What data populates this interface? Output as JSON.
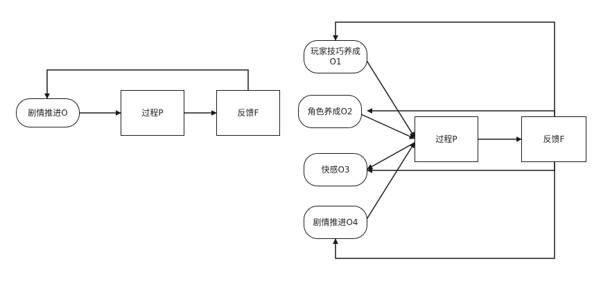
{
  "left_diagram": {
    "oval": "剧情推进O",
    "process": "过程P",
    "feedback": "反馈F"
  },
  "right_diagram": {
    "outputs": [
      "玩家技巧养成\nO1",
      "角色养成O2",
      "快感O3",
      "剧情推进O4"
    ],
    "process": "过程P",
    "feedback": "反馈F"
  }
}
